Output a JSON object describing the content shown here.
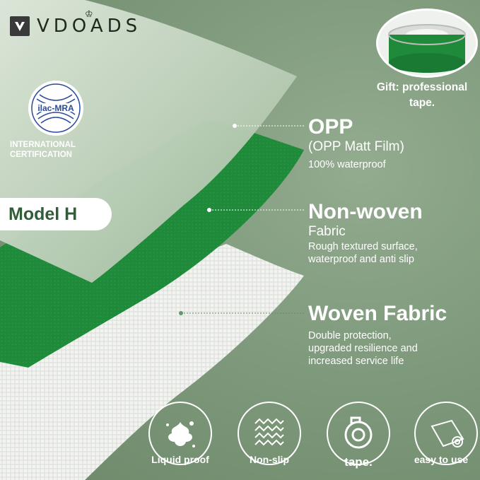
{
  "brand": {
    "name": "VDOADS"
  },
  "certification": {
    "seal_text": "ilac-MRA",
    "line1": "INTERNATIONAL",
    "line2": "CERTIFICATION"
  },
  "model": {
    "label": "Model H"
  },
  "gift": {
    "line1": "Gift: professional",
    "line2": "tape."
  },
  "layers": [
    {
      "title": "OPP",
      "subtitle": "(OPP Matt Film)",
      "desc1": "100% waterproof",
      "desc2": "",
      "desc3": ""
    },
    {
      "title": "Non-woven",
      "subtitle": "Fabric",
      "desc1": "Rough textured surface,",
      "desc2": "waterproof and anti slip",
      "desc3": ""
    },
    {
      "title": "Woven Fabric",
      "subtitle": "",
      "desc1": "Double protection,",
      "desc2": "upgraded resilience and",
      "desc3": "increased service life"
    }
  ],
  "features": [
    {
      "label": "Liquid proof",
      "icon": "splash-icon"
    },
    {
      "label": "Non-slip",
      "icon": "zigzag-texture-icon"
    },
    {
      "label": "tape.",
      "icon": "tape-roll-icon"
    },
    {
      "label": "easy to use",
      "icon": "rolled-sheet-icon"
    }
  ],
  "colors": {
    "background": "#7f9a7c",
    "green_layer": "#1f8a3a",
    "film_layer": "#c9dac7",
    "text": "#ffffff",
    "model_text": "#335c3a"
  }
}
